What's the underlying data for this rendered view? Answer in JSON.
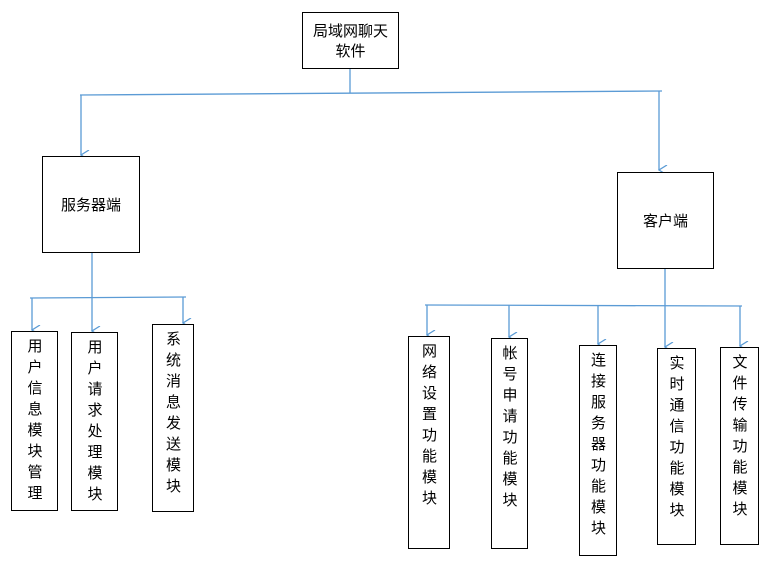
{
  "root": {
    "label": "局域网聊天\n软件"
  },
  "server": {
    "label": "服务器端",
    "modules": [
      {
        "label": "用户信息模块管理"
      },
      {
        "label": "用户请求处理模块"
      },
      {
        "label": "系统消息发送模块"
      }
    ]
  },
  "client": {
    "label": "客户端",
    "modules": [
      {
        "label": "网络设置功能模块"
      },
      {
        "label": "帐号申请功能模块"
      },
      {
        "label": "连接服务器功能模块"
      },
      {
        "label": "实时通信功能模块"
      },
      {
        "label": "文件传输功能模块"
      }
    ]
  },
  "colors": {
    "connector": "#5b9bd5",
    "border": "#000000"
  }
}
